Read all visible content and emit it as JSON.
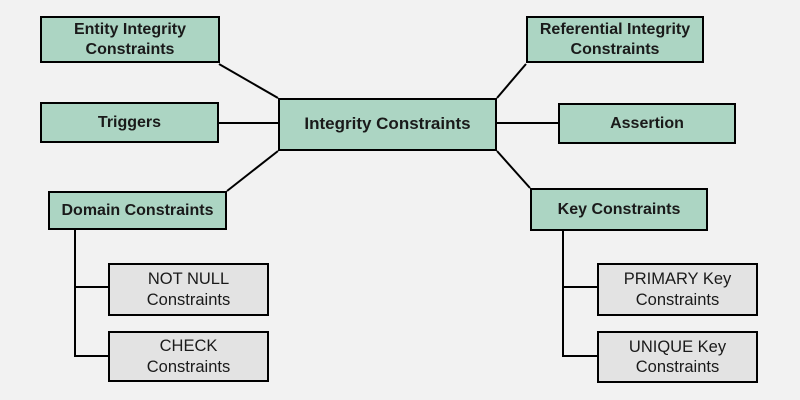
{
  "diagram": {
    "title_node": "Integrity Constraints",
    "nodes": {
      "central": {
        "label": "Integrity Constraints"
      },
      "entity": {
        "label": "Entity Integrity\nConstraints"
      },
      "referential": {
        "label": "Referential Integrity\nConstraints"
      },
      "triggers": {
        "label": "Triggers"
      },
      "assertion": {
        "label": "Assertion"
      },
      "domain": {
        "label": "Domain Constraints"
      },
      "key": {
        "label": "Key Constraints"
      },
      "not_null": {
        "label": "NOT NULL\nConstraints"
      },
      "check": {
        "label": "CHECK\nConstraints"
      },
      "primary": {
        "label": "PRIMARY Key\nConstraints"
      },
      "unique": {
        "label": "UNIQUE Key\nConstraints"
      }
    },
    "colors": {
      "category_fill": "#acd5c3",
      "leaf_fill": "#e3e3e3",
      "background": "#f2f2f2",
      "line": "#000000"
    }
  }
}
